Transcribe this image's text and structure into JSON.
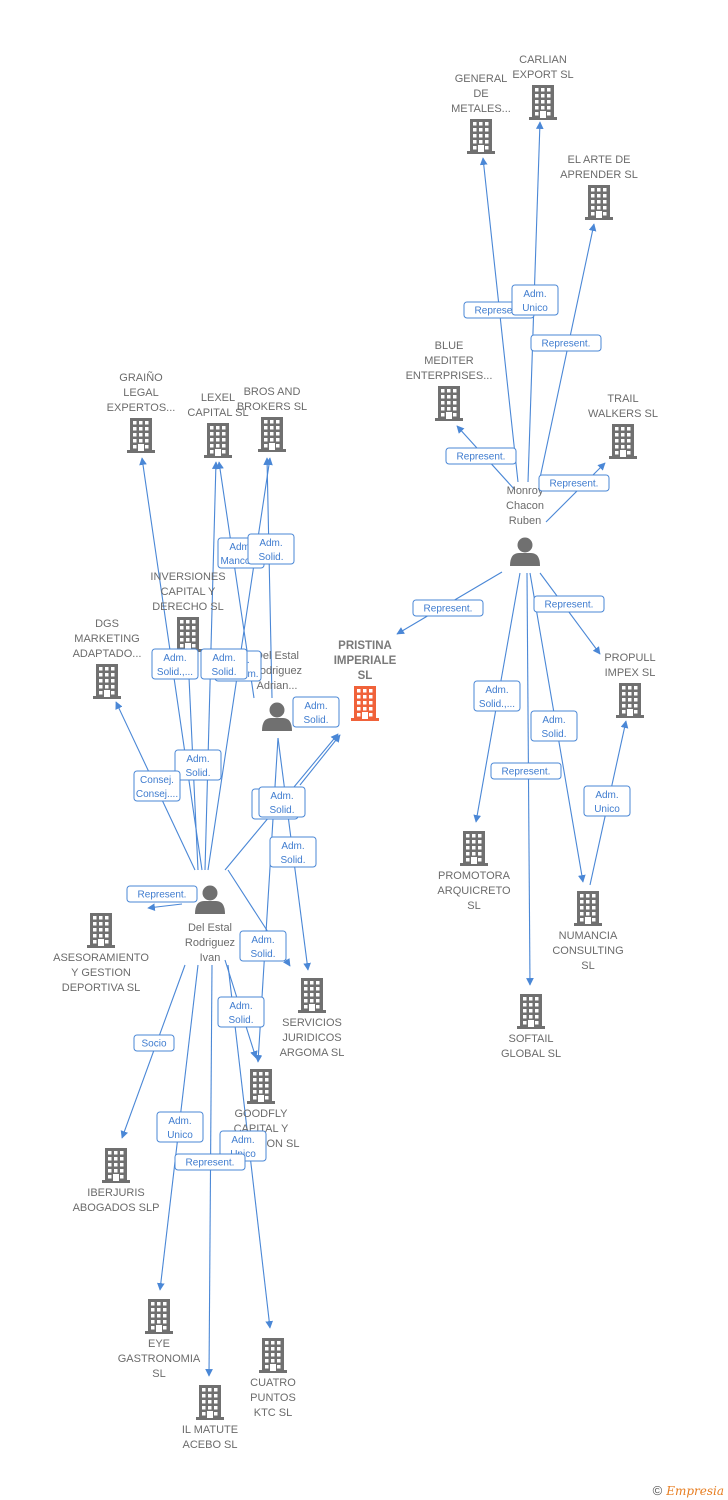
{
  "nodes": [
    {
      "id": "pristina",
      "type": "company",
      "focus": true,
      "lines": [
        "PRISTINA",
        "IMPERIALE",
        "SL"
      ]
    },
    {
      "id": "ivan",
      "type": "person",
      "lines": [
        "Del Estal",
        "Rodriguez",
        "Ivan"
      ]
    },
    {
      "id": "adrian",
      "type": "person",
      "lines": [
        "Del Estal",
        "Rodriguez",
        "Adrian..."
      ]
    },
    {
      "id": "ruben",
      "type": "person",
      "lines": [
        "Monroy",
        "Chacon",
        "Ruben"
      ]
    },
    {
      "id": "carlian",
      "type": "company",
      "lines": [
        "CARLIAN",
        "EXPORT SL"
      ]
    },
    {
      "id": "general",
      "type": "company",
      "lines": [
        "GENERAL",
        "DE",
        "METALES..."
      ]
    },
    {
      "id": "elarte",
      "type": "company",
      "lines": [
        "EL ARTE DE",
        "APRENDER  SL"
      ]
    },
    {
      "id": "blue",
      "type": "company",
      "lines": [
        "BLUE",
        "MEDITER",
        "ENTERPRISES..."
      ]
    },
    {
      "id": "trail",
      "type": "company",
      "lines": [
        "TRAIL",
        "WALKERS  SL"
      ]
    },
    {
      "id": "propull",
      "type": "company",
      "lines": [
        "PROPULL",
        "IMPEX  SL"
      ]
    },
    {
      "id": "promotora",
      "type": "company",
      "lines": [
        "PROMOTORA",
        "ARQUICRETO",
        "SL"
      ]
    },
    {
      "id": "numancia",
      "type": "company",
      "lines": [
        "NUMANCIA",
        "CONSULTING",
        "SL"
      ]
    },
    {
      "id": "softail",
      "type": "company",
      "lines": [
        "SOFTAIL",
        "GLOBAL  SL"
      ]
    },
    {
      "id": "graino",
      "type": "company",
      "lines": [
        "GRAIÑO",
        "LEGAL",
        "EXPERTOS..."
      ]
    },
    {
      "id": "lexel",
      "type": "company",
      "lines": [
        "LEXEL",
        "CAPITAL  SL"
      ]
    },
    {
      "id": "bros",
      "type": "company",
      "lines": [
        "BROS AND",
        "BROKERS  SL"
      ]
    },
    {
      "id": "inversiones",
      "type": "company",
      "lines": [
        "INVERSIONES",
        "CAPITAL Y",
        "DERECHO SL"
      ]
    },
    {
      "id": "dgs",
      "type": "company",
      "lines": [
        "DGS",
        "MARKETING",
        "ADAPTADO..."
      ]
    },
    {
      "id": "asesoramiento",
      "type": "company",
      "lines": [
        "ASESORAMIENTO",
        "Y GESTION",
        "DEPORTIVA SL"
      ]
    },
    {
      "id": "servicios",
      "type": "company",
      "lines": [
        "SERVICIOS",
        "JURIDICOS",
        "ARGOMA  SL"
      ]
    },
    {
      "id": "goodfly",
      "type": "company",
      "lines": [
        "GOODFLY",
        "CAPITAL Y",
        "INVERSION  SL"
      ]
    },
    {
      "id": "iberjuris",
      "type": "company",
      "lines": [
        "IBERJURIS",
        "ABOGADOS  SLP"
      ]
    },
    {
      "id": "eye",
      "type": "company",
      "lines": [
        "EYE",
        "GASTRONOMIA",
        "SL"
      ]
    },
    {
      "id": "cuatro",
      "type": "company",
      "lines": [
        "CUATRO",
        "PUNTOS",
        "KTC  SL"
      ]
    },
    {
      "id": "ilmatute",
      "type": "company",
      "lines": [
        "IL MATUTE",
        "ACEBO SL"
      ]
    }
  ],
  "edges": [
    {
      "from": "ruben",
      "to": "general",
      "label": [
        "Represent."
      ]
    },
    {
      "from": "ruben",
      "to": "carlian",
      "label": [
        "Adm.",
        "Unico"
      ]
    },
    {
      "from": "ruben",
      "to": "elarte",
      "label": [
        "Represent."
      ]
    },
    {
      "from": "ruben",
      "to": "blue",
      "label": [
        "Represent."
      ]
    },
    {
      "from": "ruben",
      "to": "trail",
      "label": [
        "Represent."
      ]
    },
    {
      "from": "ruben",
      "to": "pristina",
      "label": [
        "Represent."
      ]
    },
    {
      "from": "ruben",
      "to": "propull",
      "label": [
        "Represent."
      ]
    },
    {
      "from": "ruben",
      "to": "promotora",
      "label": [
        "Adm.",
        "Solid.,..."
      ]
    },
    {
      "from": "ruben",
      "to": "numancia",
      "label": [
        "Adm.",
        "Solid."
      ]
    },
    {
      "from": "ruben",
      "to": "softail",
      "label": [
        "Represent."
      ]
    },
    {
      "from": "numancia",
      "to": "propull",
      "label": [
        "Adm.",
        "Unico"
      ]
    },
    {
      "from": "adrian",
      "to": "pristina",
      "label": [
        "Adm.",
        "Solid."
      ]
    },
    {
      "from": "adrian",
      "to": "lexel",
      "label": [
        "Adm.",
        "Mancom."
      ]
    },
    {
      "from": "adrian",
      "to": "bros",
      "label": [
        "Adm.",
        "Solid."
      ]
    },
    {
      "from": "adrian",
      "to": "servicios",
      "label": [
        "Adm.",
        "Solid."
      ]
    },
    {
      "from": "adrian",
      "to": "goodfly",
      "label": [
        "Adm.",
        "Solid."
      ]
    },
    {
      "from": "ivan",
      "to": "graino",
      "label": [
        "Adm.",
        "Solid.,..."
      ]
    },
    {
      "from": "ivan",
      "to": "lexel",
      "label": [
        "Adm.",
        "Mancom."
      ]
    },
    {
      "from": "ivan",
      "to": "bros",
      "label": [
        "Adm.",
        "Solid."
      ]
    },
    {
      "from": "ivan",
      "to": "inversiones",
      "label": [
        "Adm.",
        "Solid."
      ]
    },
    {
      "from": "ivan",
      "to": "dgs",
      "label": [
        "Consej.",
        "Consej...."
      ]
    },
    {
      "from": "ivan",
      "to": "asesoramiento",
      "label": [
        "Represent."
      ]
    },
    {
      "from": "ivan",
      "to": "pristina",
      "label": [
        "Adm.",
        "Solid."
      ]
    },
    {
      "from": "ivan",
      "to": "servicios",
      "label": [
        "Adm.",
        "Solid."
      ]
    },
    {
      "from": "ivan",
      "to": "goodfly",
      "label": [
        "Adm.",
        "Solid."
      ]
    },
    {
      "from": "ivan",
      "to": "iberjuris",
      "label": [
        "Socio"
      ]
    },
    {
      "from": "ivan",
      "to": "eye",
      "label": [
        "Adm.",
        "Unico"
      ]
    },
    {
      "from": "ivan",
      "to": "cuatro",
      "label": [
        "Adm.",
        "Unico"
      ]
    },
    {
      "from": "ivan",
      "to": "ilmatute",
      "label": [
        "Represent."
      ]
    }
  ],
  "colors": {
    "edge": "#4a87d6",
    "company": "#707070",
    "focus": "#f0623a",
    "person": "#707070",
    "label": "#6b6b6b"
  },
  "footer": {
    "copyright": "©",
    "brand": "Empresia"
  }
}
